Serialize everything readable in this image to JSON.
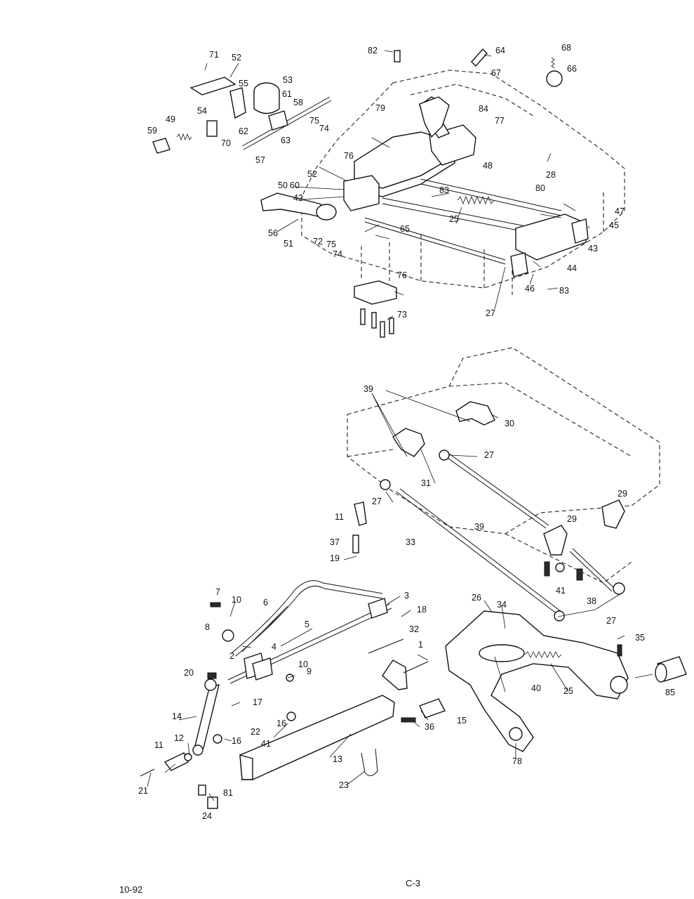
{
  "footer": {
    "date_code": "10-92",
    "page_label": "C-3"
  },
  "callouts": {
    "c82": "82",
    "c64": "64",
    "c67": "67",
    "c68": "68",
    "c66": "66",
    "c71": "71",
    "c52a": "52",
    "c53": "53",
    "c55": "55",
    "c61": "61",
    "c58": "58",
    "c54": "54",
    "c49": "49",
    "c59": "59",
    "c70": "70",
    "c62": "62",
    "c63": "63",
    "c75a": "75",
    "c74a": "74",
    "c57": "57",
    "c79": "79",
    "c84": "84",
    "c77": "77",
    "c48": "48",
    "c28": "28",
    "c80": "80",
    "c47": "47",
    "c45": "45",
    "c43": "43",
    "c44": "44",
    "c46": "46",
    "c83b": "83",
    "c27a": "27",
    "c76a": "76",
    "c52b": "52",
    "c50": "50",
    "c60": "60",
    "c42": "42",
    "c83a": "83",
    "c25a": "25",
    "c56": "56",
    "c51": "51",
    "c72": "72",
    "c65": "65",
    "c75b": "75",
    "c74b": "74",
    "c76b": "76",
    "c73": "73",
    "c39a": "39",
    "c30": "30",
    "c27b": "27",
    "c31": "31",
    "c27c": "27",
    "c29a": "29",
    "c29b": "29",
    "c11a": "11",
    "c37": "37",
    "c33": "33",
    "c39b": "39",
    "c41a": "41",
    "c38": "38",
    "c27d": "27",
    "c19": "19",
    "c7": "7",
    "c10a": "10",
    "c6": "6",
    "c3": "3",
    "c18": "18",
    "c8": "8",
    "c5": "5",
    "c32": "32",
    "c26": "26",
    "c34": "34",
    "c35": "35",
    "c4": "4",
    "c2": "2",
    "c10b": "10",
    "c9": "9",
    "c1": "1",
    "c20": "20",
    "c40": "40",
    "c25b": "25",
    "c85": "85",
    "c17": "17",
    "c15": "15",
    "c14": "14",
    "c16a": "16",
    "c22": "22",
    "c36": "36",
    "c41b": "41",
    "c12": "12",
    "c16b": "16",
    "c11b": "11",
    "c13": "13",
    "c78": "78",
    "c21": "21",
    "c23": "23",
    "c81": "81",
    "c24": "24"
  }
}
